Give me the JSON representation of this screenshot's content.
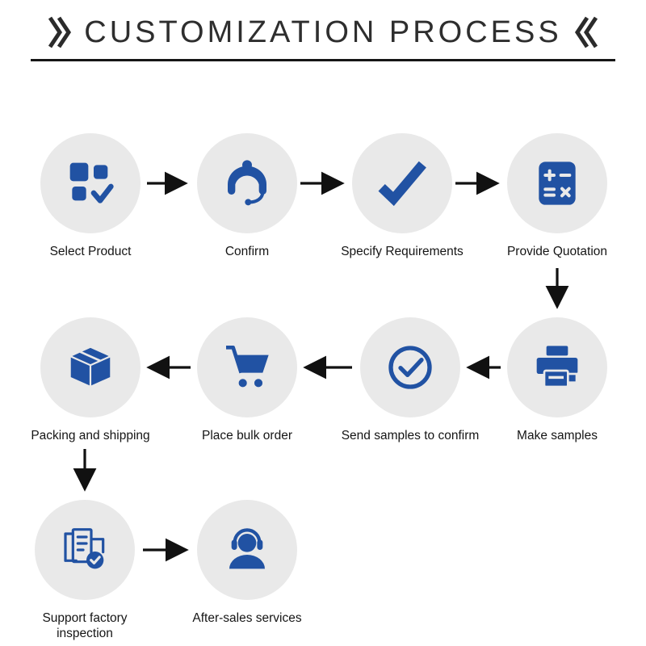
{
  "header": {
    "title": "CUSTOMIZATION PROCESS",
    "left_mark_icon": "double-chevron-right-icon",
    "right_mark_icon": "double-chevron-left-icon"
  },
  "colors": {
    "accent": "#2152a3",
    "circle_bg": "#e9e9e9",
    "arrow": "#111111",
    "title": "#2e2e2e",
    "rule": "#161616",
    "label": "#151515"
  },
  "steps": [
    {
      "label": "Select Product",
      "icon": "product-grid-check-icon"
    },
    {
      "label": "Confirm",
      "icon": "customer-service-icon"
    },
    {
      "label": "Specify Requirements",
      "icon": "checkmark-icon"
    },
    {
      "label": "Provide Quotation",
      "icon": "calculator-icon"
    },
    {
      "label": "Make samples",
      "icon": "printer-icon"
    },
    {
      "label": "Send samples to confirm",
      "icon": "circle-check-icon"
    },
    {
      "label": "Place bulk order",
      "icon": "shopping-cart-icon"
    },
    {
      "label": "Packing and shipping",
      "icon": "package-box-icon"
    },
    {
      "label": "Support factory inspection",
      "icon": "factory-inspection-icon"
    },
    {
      "label": "After-sales services",
      "icon": "headset-person-icon"
    }
  ]
}
